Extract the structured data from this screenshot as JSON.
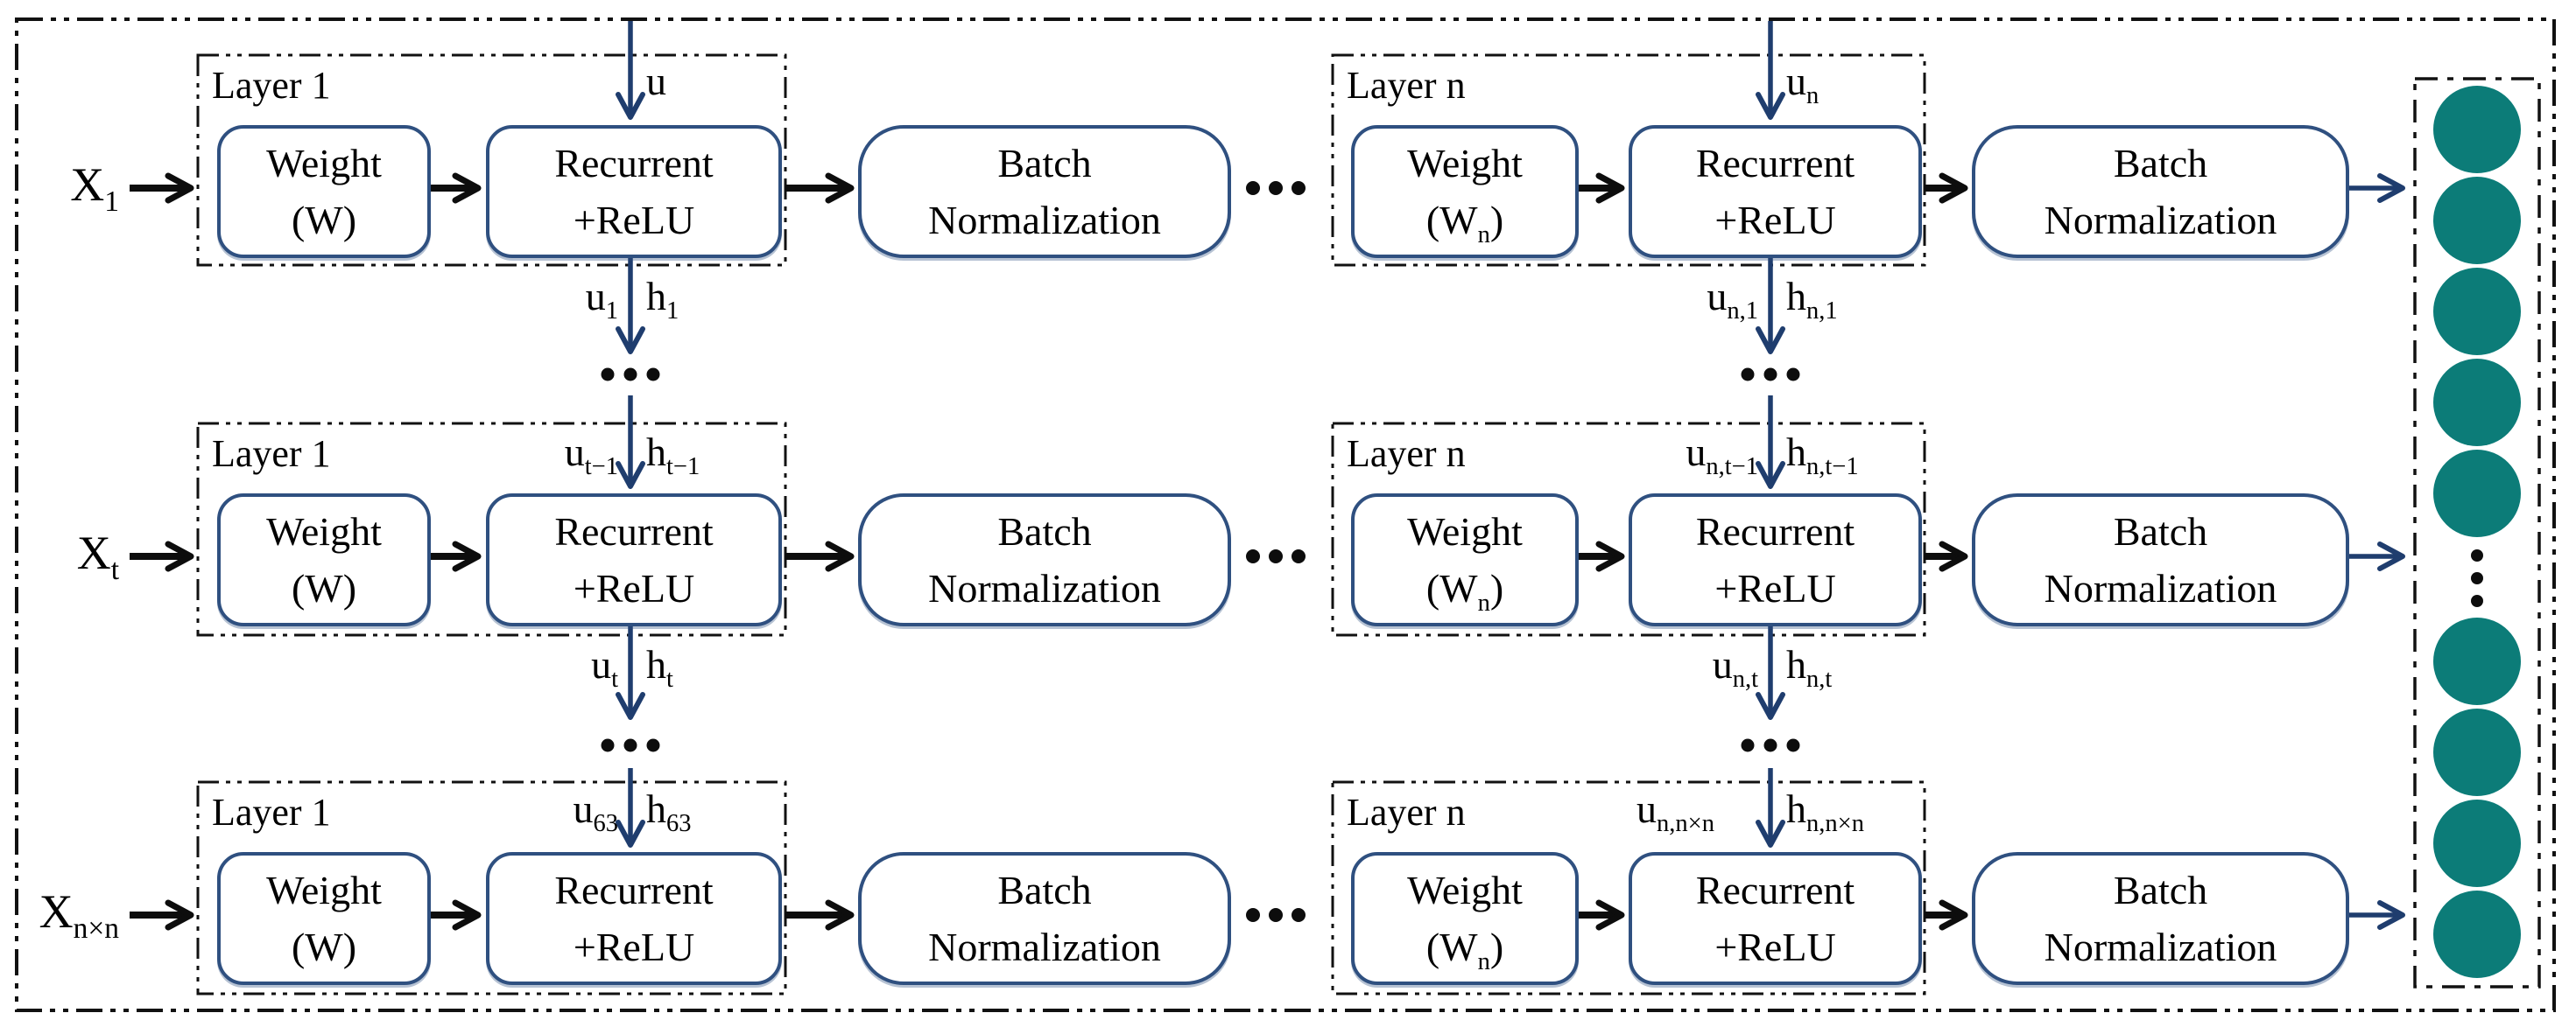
{
  "figure": {
    "description": "Stacked recurrent neural network diagram with weight, recurrent+ReLU and batch normalization stages feeding an output node column"
  },
  "colors": {
    "teal": "#0c7c78",
    "boxBorder": "#2f5080",
    "navy": "#1f3d6e",
    "ink": "#0d0d0d"
  },
  "output_column": {
    "top_nodes": 5,
    "bottom_nodes": 4,
    "node_color": "#0c7c78"
  },
  "rows": [
    {
      "input": {
        "base": "X",
        "sub": "1"
      },
      "left": {
        "title": "Layer 1",
        "weight_top": "Weight",
        "weight_open": "(W",
        "weight_sub": "",
        "weight_close": ")",
        "rec_top": "Recurrent",
        "rec_bottom": "+ReLU",
        "bn_top": "Batch",
        "bn_bottom": "Normalization",
        "in_u": {
          "base": "u",
          "sub": ""
        },
        "out_u": {
          "base": "u",
          "sub": "1"
        },
        "out_h": {
          "base": "h",
          "sub": "1"
        }
      },
      "right": {
        "title": "Layer n",
        "weight_top": "Weight",
        "weight_open": "(W",
        "weight_sub": "n",
        "weight_close": ")",
        "rec_top": "Recurrent",
        "rec_bottom": "+ReLU",
        "bn_top": "Batch",
        "bn_bottom": "Normalization",
        "in_u": {
          "base": "u",
          "sub": "n"
        },
        "out_u": {
          "base": "u",
          "sub": "n,1"
        },
        "out_h": {
          "base": "h",
          "sub": "n,1"
        }
      }
    },
    {
      "input": {
        "base": "X",
        "sub": "t"
      },
      "left": {
        "title": "Layer 1",
        "weight_top": "Weight",
        "weight_open": "(W",
        "weight_sub": "",
        "weight_close": ")",
        "rec_top": "Recurrent",
        "rec_bottom": "+ReLU",
        "bn_top": "Batch",
        "bn_bottom": "Normalization",
        "in_u": {
          "base": "u",
          "sub": "t−1"
        },
        "in_h": {
          "base": "h",
          "sub": "t−1"
        },
        "out_u": {
          "base": "u",
          "sub": "t"
        },
        "out_h": {
          "base": "h",
          "sub": "t"
        }
      },
      "right": {
        "title": "Layer n",
        "weight_top": "Weight",
        "weight_open": "(W",
        "weight_sub": "n",
        "weight_close": ")",
        "rec_top": "Recurrent",
        "rec_bottom": "+ReLU",
        "bn_top": "Batch",
        "bn_bottom": "Normalization",
        "in_u": {
          "base": "u",
          "sub": "n,t−1"
        },
        "in_h": {
          "base": "h",
          "sub": "n,t−1"
        },
        "out_u": {
          "base": "u",
          "sub": "n,t"
        },
        "out_h": {
          "base": "h",
          "sub": "n,t"
        }
      }
    },
    {
      "input": {
        "base": "X",
        "sub": "n×n"
      },
      "left": {
        "title": "Layer 1",
        "weight_top": "Weight",
        "weight_open": "(W",
        "weight_sub": "",
        "weight_close": ")",
        "rec_top": "Recurrent",
        "rec_bottom": "+ReLU",
        "bn_top": "Batch",
        "bn_bottom": "Normalization",
        "in_u": {
          "base": "u",
          "sub": "63"
        },
        "in_h": {
          "base": "h",
          "sub": "63"
        }
      },
      "right": {
        "title": "Layer n",
        "weight_top": "Weight",
        "weight_open": "(W",
        "weight_sub": "n",
        "weight_close": ")",
        "rec_top": "Recurrent",
        "rec_bottom": "+ReLU",
        "bn_top": "Batch",
        "bn_bottom": "Normalization",
        "in_u": {
          "base": "u",
          "sub": "n,n×n"
        },
        "in_h": {
          "base": "h",
          "sub": "n,n×n"
        }
      }
    }
  ]
}
